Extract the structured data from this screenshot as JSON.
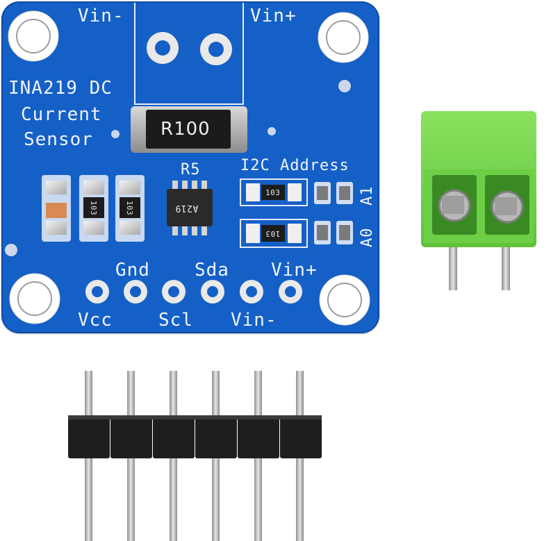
{
  "board": {
    "title_line1": "INA219 DC",
    "title_line2": "Current",
    "title_line3": "Sensor",
    "terminal_left": "Vin-",
    "terminal_right": "Vin+",
    "shunt_resistor_marking": "R100",
    "shunt_designator": "R5",
    "address_heading": "I2C Address",
    "address_jumper_1": "A1",
    "address_jumper_0": "A0",
    "jumper_code_top": "103",
    "jumper_code_bottom": "103",
    "chip_marking": "A219",
    "cap_marking_1": "103",
    "cap_marking_2": "103",
    "pins_top": [
      "Gnd",
      "Sda",
      "Vin+"
    ],
    "pins_bottom": [
      "Vcc",
      "Scl",
      "Vin-"
    ]
  },
  "colors": {
    "pcb": "#1560c6",
    "terminal_block": "#7ed957",
    "header_plastic": "#1e1e1e",
    "pin_metal": "#bdbdbd"
  }
}
